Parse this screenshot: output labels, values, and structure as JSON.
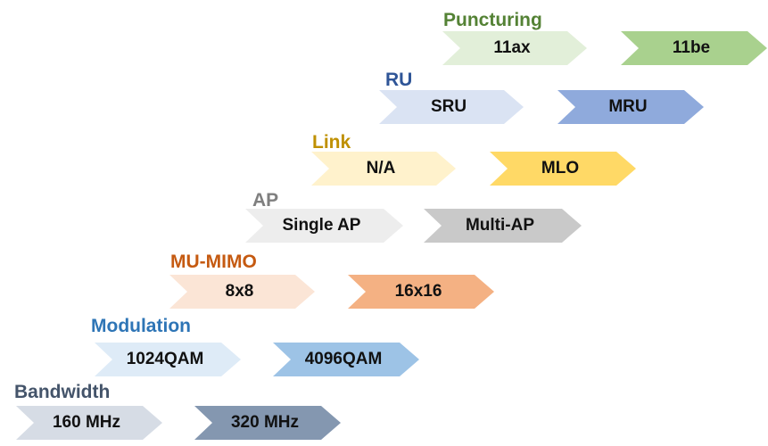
{
  "rows": {
    "puncturing": {
      "label": "Puncturing",
      "label_color": "#548235",
      "current": {
        "text": "11ax",
        "color": "#E2EFD9"
      },
      "next": {
        "text": "11be",
        "color": "#A9D18E"
      }
    },
    "ru": {
      "label": "RU",
      "label_color": "#2F5597",
      "current": {
        "text": "SRU",
        "color": "#DAE3F3"
      },
      "next": {
        "text": "MRU",
        "color": "#8FAADC"
      }
    },
    "link": {
      "label": "Link",
      "label_color": "#BF9000",
      "current": {
        "text": "N/A",
        "color": "#FFF2CC"
      },
      "next": {
        "text": "MLO",
        "color": "#FFD966"
      }
    },
    "ap": {
      "label": "AP",
      "label_color": "#7F7F7F",
      "current": {
        "text": "Single AP",
        "color": "#EDEDED"
      },
      "next": {
        "text": "Multi-AP",
        "color": "#C9C9C9"
      }
    },
    "mu_mimo": {
      "label": "MU-MIMO",
      "label_color": "#C55A11",
      "current": {
        "text": "8x8",
        "color": "#FBE5D6"
      },
      "next": {
        "text": "16x16",
        "color": "#F4B183"
      }
    },
    "modulation": {
      "label": "Modulation",
      "label_color": "#2E75B6",
      "current": {
        "text": "1024QAM",
        "color": "#DEEBF7"
      },
      "next": {
        "text": "4096QAM",
        "color": "#9DC3E6"
      }
    },
    "bandwidth": {
      "label": "Bandwidth",
      "label_color": "#44546A",
      "current": {
        "text": "160 MHz",
        "color": "#D6DCE5"
      },
      "next": {
        "text": "320 MHz",
        "color": "#8497B0"
      }
    }
  }
}
